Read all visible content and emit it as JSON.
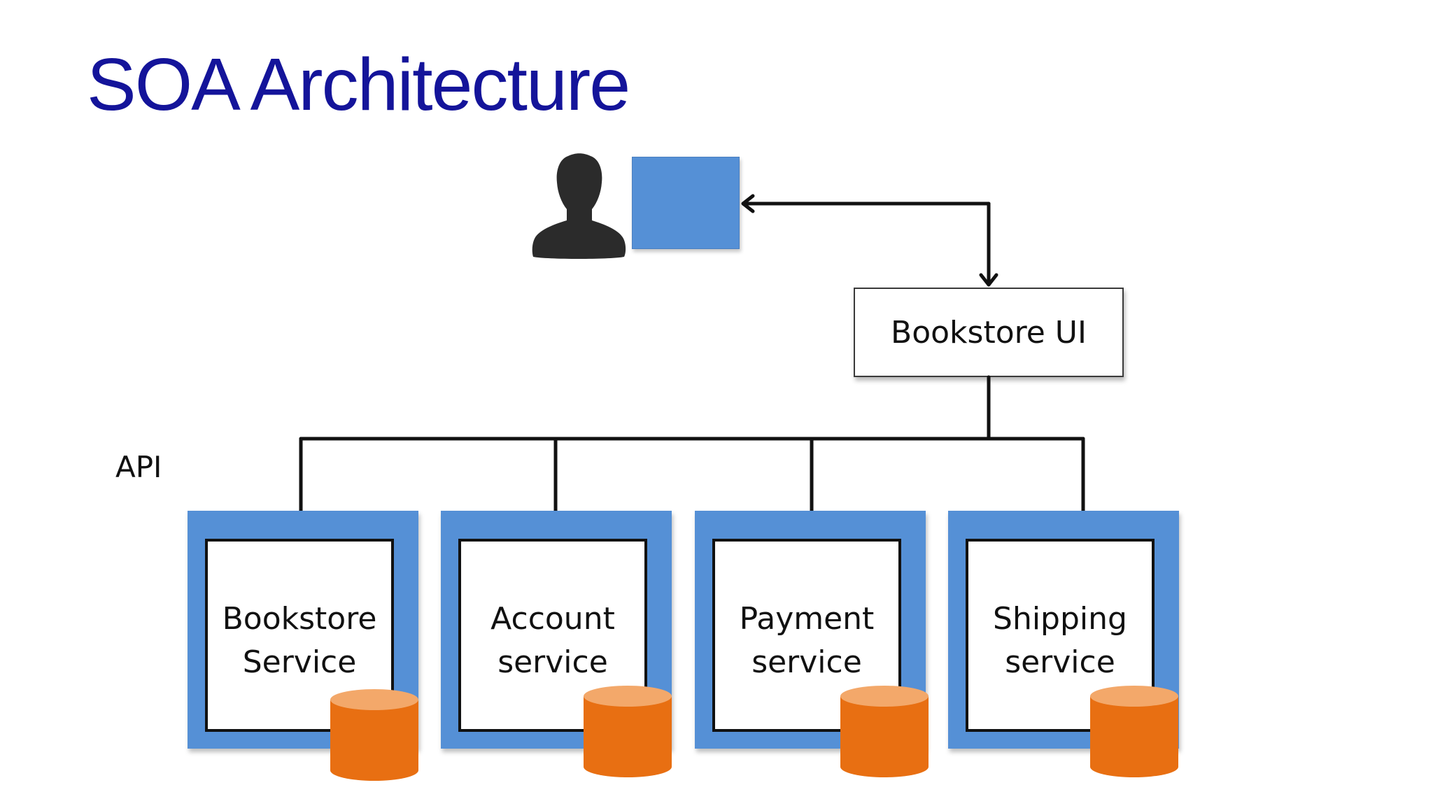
{
  "title": "SOA Architecture",
  "client": {
    "user_icon": "person-silhouette-icon",
    "box_color": "#5590d6"
  },
  "ui_box": {
    "label": "Bookstore UI"
  },
  "api_label": "API",
  "services": [
    {
      "line1": "Bookstore",
      "line2": "Service",
      "db_icon": "database-cylinder-icon"
    },
    {
      "line1": "Account",
      "line2": "service",
      "db_icon": "database-cylinder-icon"
    },
    {
      "line1": "Payment",
      "line2": "service",
      "db_icon": "database-cylinder-icon"
    },
    {
      "line1": "Shipping",
      "line2": "service",
      "db_icon": "database-cylinder-icon"
    }
  ],
  "colors": {
    "title": "#14149a",
    "service_frame": "#5590d6",
    "database": "#e86f12",
    "database_top": "#f3a86a"
  }
}
